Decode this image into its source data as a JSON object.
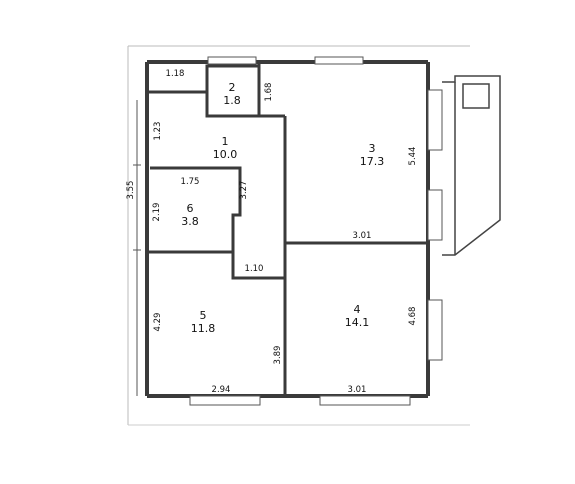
{
  "rooms": [
    {
      "id": "1",
      "number": "1",
      "area": "10.0"
    },
    {
      "id": "2",
      "number": "2",
      "area": "1.8"
    },
    {
      "id": "3",
      "number": "3",
      "area": "17.3"
    },
    {
      "id": "4",
      "number": "4",
      "area": "14.1"
    },
    {
      "id": "5",
      "number": "5",
      "area": "11.8"
    },
    {
      "id": "6",
      "number": "6",
      "area": "3.8"
    }
  ],
  "dimensions": {
    "hall_top_width": "1.18",
    "hall_left_height": "1.23",
    "bath_width": "1.75",
    "bath_height": "2.19",
    "bath_right_height": "3.27",
    "wc_height": "1.68",
    "corridor_width": "1.10",
    "room3_height": "5.44",
    "room3_bottom_width": "3.01",
    "room4_height": "4.68",
    "room4_bottom_width": "3.01",
    "room5_height": "4.29",
    "room5_right_height": "3.89",
    "room5_bottom_width": "2.94",
    "left_outer_height": "3.55"
  },
  "colors": {
    "wall": "#3a3a3a",
    "thin_line": "#555555",
    "background": "#ffffff"
  }
}
